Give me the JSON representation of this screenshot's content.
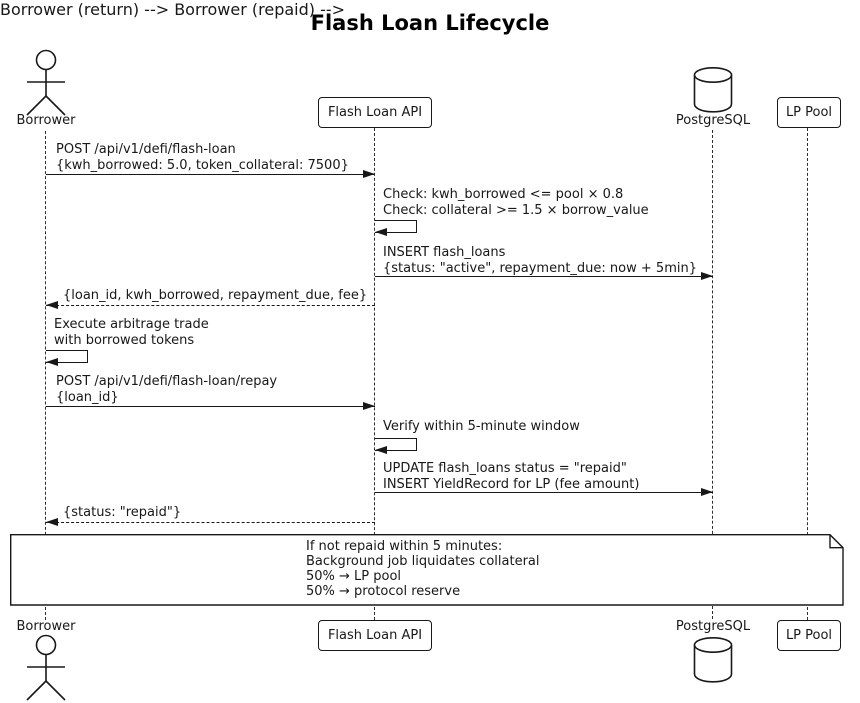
{
  "title": "Flash Loan Lifecycle",
  "participants": {
    "borrower": "Borrower",
    "api": "Flash Loan API",
    "postgres": "PostgreSQL",
    "lp_pool": "LP Pool"
  },
  "messages": [
    {
      "from": "borrower",
      "to": "api",
      "type": "solid",
      "line1": "POST /api/v1/defi/flash-loan",
      "line2": "{kwh_borrowed: 5.0, token_collateral: 7500}"
    },
    {
      "from": "api",
      "to": "api",
      "type": "self",
      "line1": "Check: kwh_borrowed <= pool × 0.8",
      "line2": "Check: collateral >= 1.5 × borrow_value"
    },
    {
      "from": "api",
      "to": "postgres",
      "type": "solid",
      "line1": "INSERT flash_loans",
      "line2": "{status: \"active\", repayment_due: now + 5min}"
    },
    {
      "from": "api",
      "to": "borrower",
      "type": "dashed",
      "line1": "{loan_id, kwh_borrowed, repayment_due, fee}"
    },
    {
      "from": "borrower",
      "to": "borrower",
      "type": "self",
      "line1": "Execute arbitrage trade",
      "line2": "with borrowed tokens"
    },
    {
      "from": "borrower",
      "to": "api",
      "type": "solid",
      "line1": "POST /api/v1/defi/flash-loan/repay",
      "line2": "{loan_id}"
    },
    {
      "from": "api",
      "to": "api",
      "type": "self",
      "line1": "Verify within 5-minute window"
    },
    {
      "from": "api",
      "to": "postgres",
      "type": "solid",
      "line1": "UPDATE flash_loans status = \"repaid\"",
      "line2": "INSERT YieldRecord for LP (fee amount)"
    },
    {
      "from": "api",
      "to": "borrower",
      "type": "dashed",
      "line1": "{status: \"repaid\"}"
    }
  ],
  "note": {
    "line1": "If not repaid within 5 minutes:",
    "line2": "Background job liquidates collateral",
    "line3": "50% → LP pool",
    "line4": "50% → protocol reserve"
  },
  "colors": {
    "line": "#181818",
    "background": "#ffffff"
  }
}
